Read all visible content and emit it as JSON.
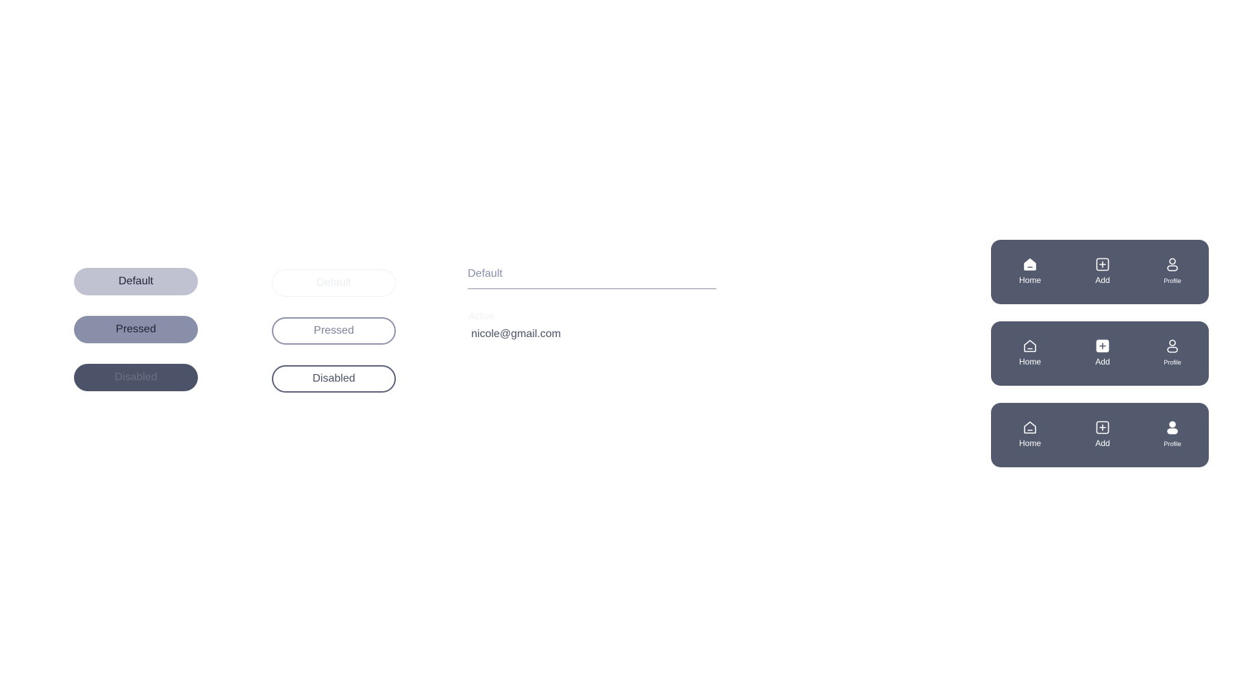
{
  "filled_buttons": {
    "default_label": "Default",
    "pressed_label": "Pressed",
    "disabled_label": "Disabled"
  },
  "outline_buttons": {
    "default_label": "Default",
    "pressed_label": "Pressed",
    "disabled_label": "Disabled"
  },
  "text_fields": {
    "default_placeholder": "Default",
    "active_label": "Active",
    "active_value": "nicole@gmail.com"
  },
  "navbars": [
    {
      "selected": "home",
      "items": {
        "home": "Home",
        "add": "Add",
        "profile": "Profile"
      }
    },
    {
      "selected": "add",
      "items": {
        "home": "Home",
        "add": "Add",
        "profile": "Profile"
      }
    },
    {
      "selected": "profile",
      "items": {
        "home": "Home",
        "add": "Add",
        "profile": "Profile"
      }
    }
  ],
  "colors": {
    "navbar_bg": "#535a6d",
    "filled_default": "#c0c2d2",
    "filled_pressed": "#8a8fa9",
    "filled_disabled": "#4c5267"
  },
  "icons": [
    "home-icon",
    "add-icon",
    "profile-icon"
  ]
}
